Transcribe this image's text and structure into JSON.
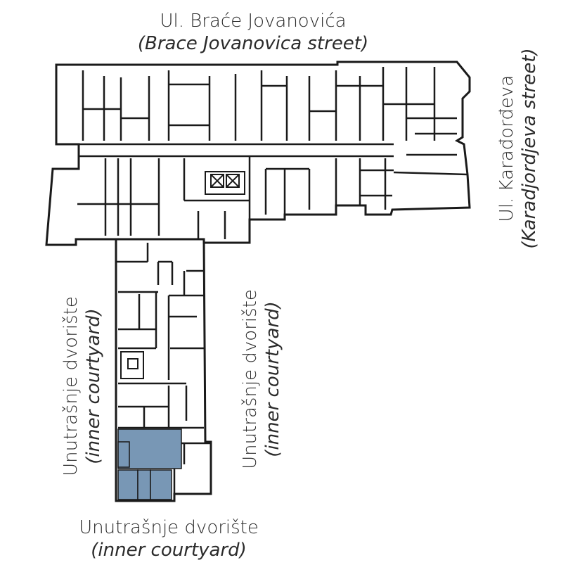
{
  "labels": {
    "top": {
      "name": "Ul. Braće Jovanovića",
      "translation": "(Brace Jovanovica street)"
    },
    "right": {
      "name": "Ul. Karađorđeva",
      "translation": "(Karadjordjeva street)"
    },
    "left": {
      "name": "Unutrašnje dvorište",
      "translation": "(inner courtyard)"
    },
    "middle": {
      "name": "Unutrašnje dvorište",
      "translation": "(inner courtyard)"
    },
    "bottom": {
      "name": "Unutrašnje dvorište",
      "translation": "(inner courtyard)"
    }
  },
  "colors": {
    "wall": "#1a1a1a",
    "highlight": "#7897b5",
    "background": "#ffffff"
  }
}
